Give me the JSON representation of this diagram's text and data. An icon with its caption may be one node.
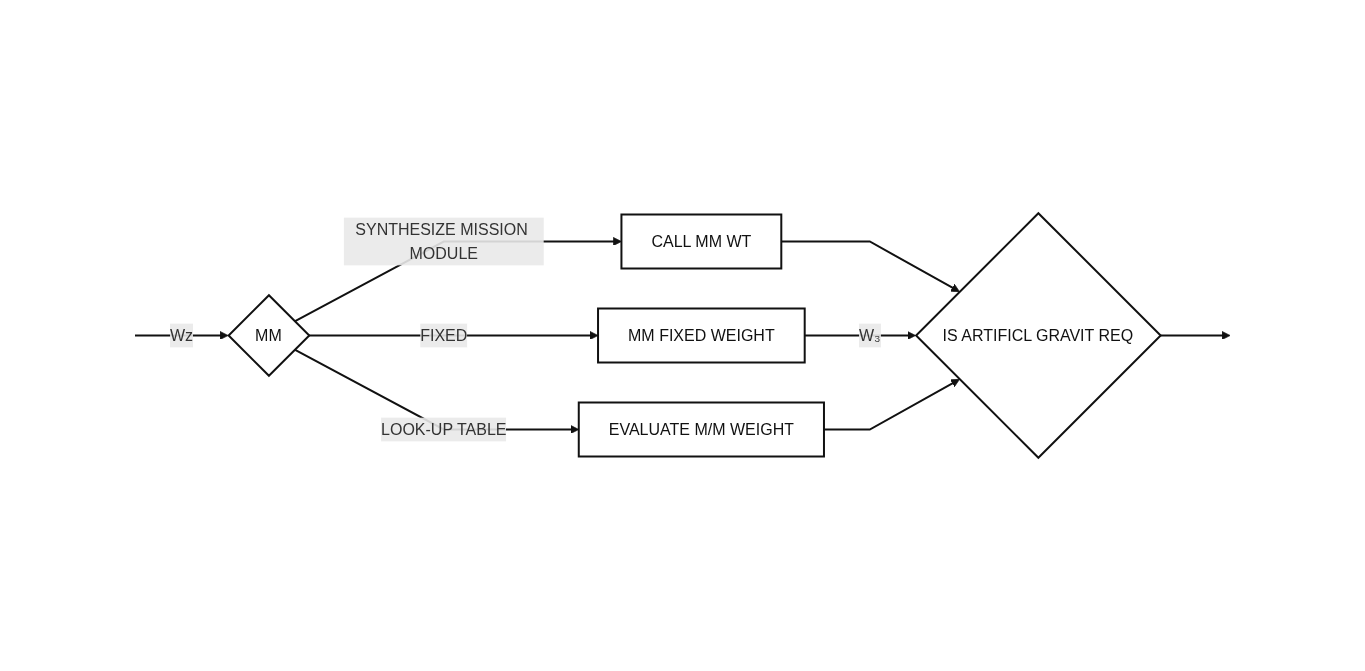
{
  "diagram": {
    "nodes": [
      {
        "text": [
          "MM"
        ]
      },
      {
        "text": [
          "CALL MM WT"
        ]
      },
      {
        "text": [
          "MM FIXED WEIGHT"
        ]
      },
      {
        "text": [
          "EVALUATE M/M WEIGHT"
        ]
      },
      {
        "text": [
          "IS ARTIFICL GRAVIT REQ"
        ]
      }
    ],
    "edges": [
      {
        "from": null,
        "to": 0,
        "arrow": "to",
        "label": "Wz"
      },
      {
        "from": 0,
        "to": 1,
        "arrow": "to",
        "label": "SYNTHESIZE MISSION MODULE"
      },
      {
        "from": 0,
        "to": 2,
        "arrow": "to",
        "label": "FIXED"
      },
      {
        "from": 0,
        "to": 3,
        "arrow": "to",
        "label": "LOOK-UP TABLE"
      },
      {
        "from": 1,
        "to": 4,
        "arrow": "to"
      },
      {
        "from": 2,
        "to": 4,
        "arrow": "to",
        "label": "W₃"
      },
      {
        "from": 3,
        "to": 4,
        "arrow": "to"
      },
      {
        "from": 4,
        "to": null,
        "arrow": "to"
      }
    ]
  }
}
